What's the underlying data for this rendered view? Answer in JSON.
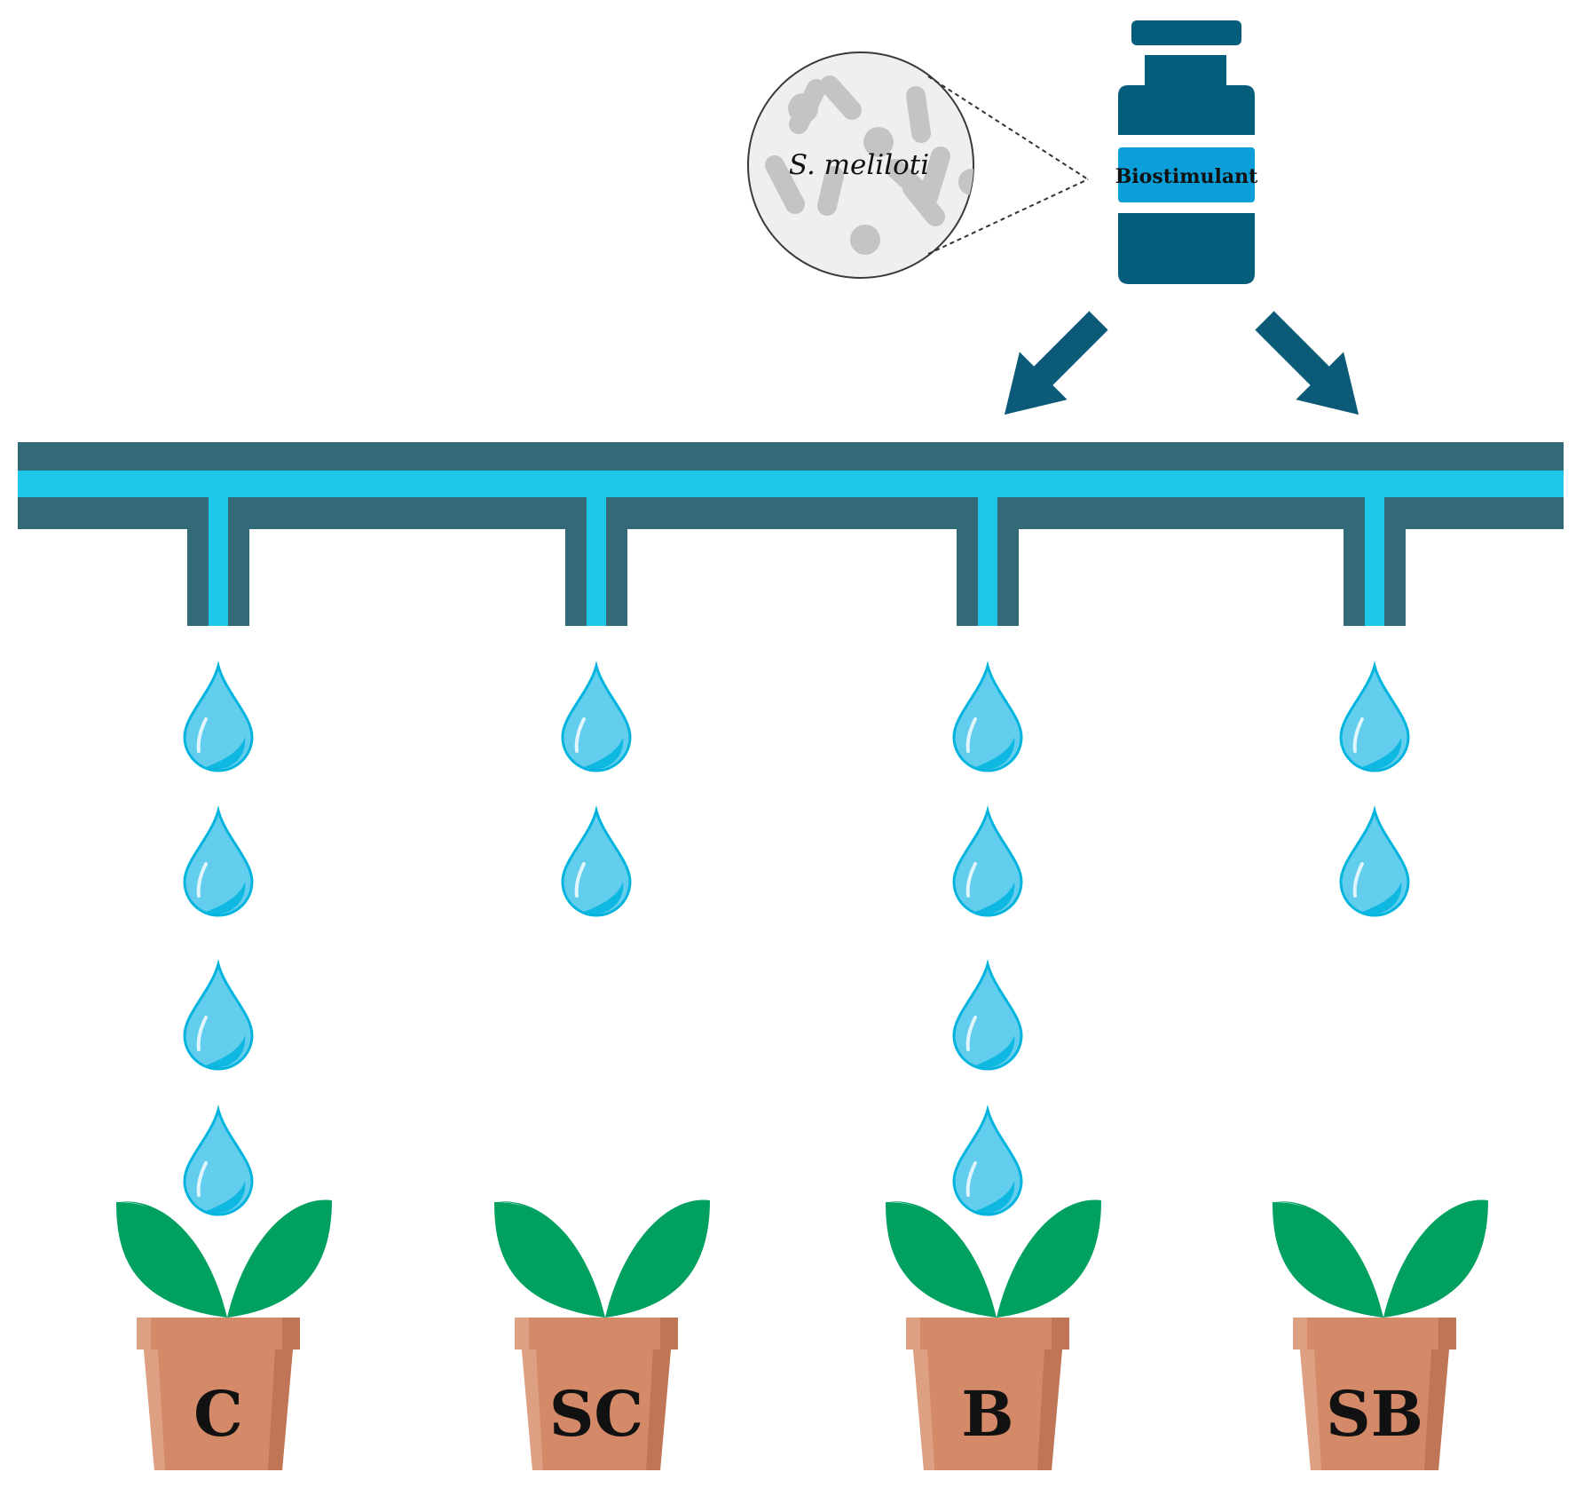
{
  "microbe": {
    "label": "S. meliloti"
  },
  "bottle": {
    "label": "Biostimulant"
  },
  "plants": [
    {
      "label": "C",
      "drops": 4
    },
    {
      "label": "SC",
      "drops": 2
    },
    {
      "label": "B",
      "drops": 4
    },
    {
      "label": "SB",
      "drops": 2
    }
  ],
  "colors": {
    "pipe_dark": "#336a77",
    "pipe_water": "#1ec6ea",
    "bottle": "#045e7b",
    "bottle_band": "#0a9fd8",
    "arrow": "#0a5a78",
    "drop_fill": "#63cdee",
    "drop_shade": "#00b4de",
    "leaf": "#00a060",
    "pot": "#d48a68",
    "pot_dark": "#c07656",
    "pot_light": "#dea083",
    "microbe": "#c4c4c4"
  }
}
